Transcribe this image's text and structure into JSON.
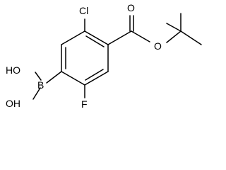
{
  "molecule": {
    "labels": {
      "chlorine": "Cl",
      "fluorine": "F",
      "boron": "B",
      "hydroxyl_upper": "HO",
      "hydroxyl_lower": "OH",
      "ester_oxygen": "O",
      "carbonyl_oxygen": "O"
    },
    "colors": {
      "bond": "#000000",
      "label": "#000000",
      "background": "#ffffff"
    }
  }
}
